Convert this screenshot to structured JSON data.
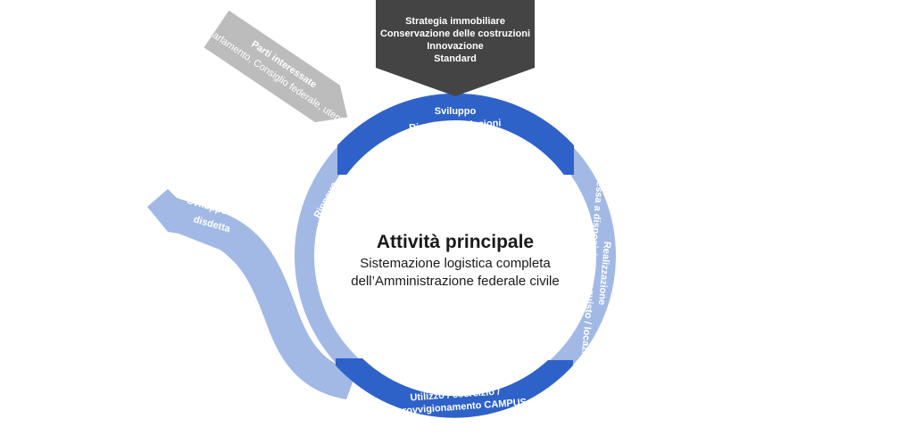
{
  "colors": {
    "dark_blue": "#2f62c9",
    "light_blue": "#a2b9e6",
    "dark_grey": "#444444",
    "light_grey": "#bcbcbc"
  },
  "top_box": {
    "lines": [
      "Strategia immobiliare",
      "Conservazione delle costruzioni",
      "Innovazione",
      "Standard"
    ]
  },
  "stakeholders": {
    "title": "Parti interessate",
    "members": "Parlamento, Consiglio federale, utenti"
  },
  "cycle": {
    "top": [
      "Sviluppo",
      "Ricerca di soluzioni"
    ],
    "right": [
      "Messa a disposizione, acquisto / locazione",
      "Realizzazione"
    ],
    "bottom": [
      "Utilizzo / esercizio /",
      "approvvigionamento CAMPUS"
    ],
    "left": "Rinnovo"
  },
  "exit_arrow": [
    "Sviluppo → vendita",
    "disdetta"
  ],
  "center": {
    "title": "Attività principale",
    "subtitle_lines": [
      "Sistemazione logistica completa",
      "dell’Amministrazione federale civile"
    ]
  }
}
